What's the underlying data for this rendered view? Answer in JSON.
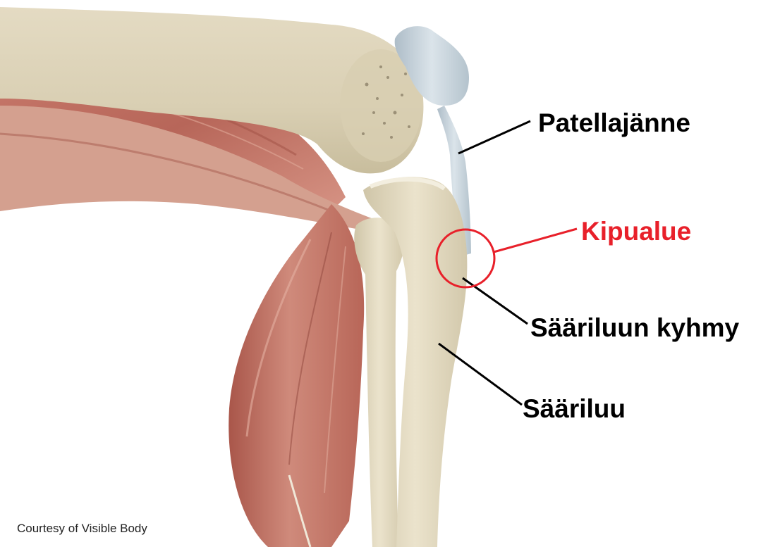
{
  "labels": {
    "patella_tendon": "Patellajänne",
    "pain_area": "Kipualue",
    "tibial_tuberosity": "Sääriluun kyhmy",
    "tibia": "Sääriluu"
  },
  "credit": "Courtesy of Visible Body",
  "colors": {
    "text": "#000000",
    "highlight": "#e8202a",
    "bone": "#e6dcc2",
    "muscle": "#c4786a",
    "tendon": "#c9d6df"
  }
}
